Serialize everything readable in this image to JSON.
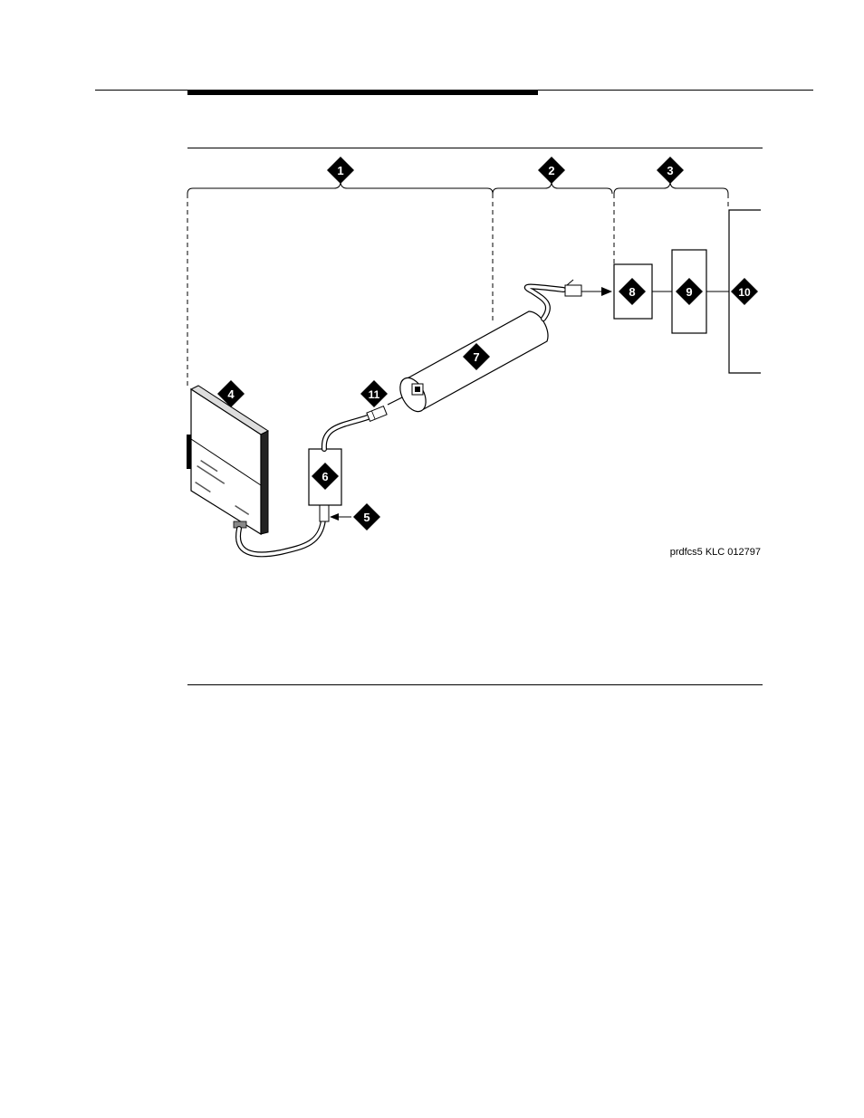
{
  "figure": {
    "caption": "prdfcs5 KLC 012797",
    "callouts": {
      "c1": "1",
      "c2": "2",
      "c3": "3",
      "c4": "4",
      "c5": "5",
      "c6": "6",
      "c7": "7",
      "c8": "8",
      "c9": "9",
      "c10": "10",
      "c11": "11"
    }
  }
}
